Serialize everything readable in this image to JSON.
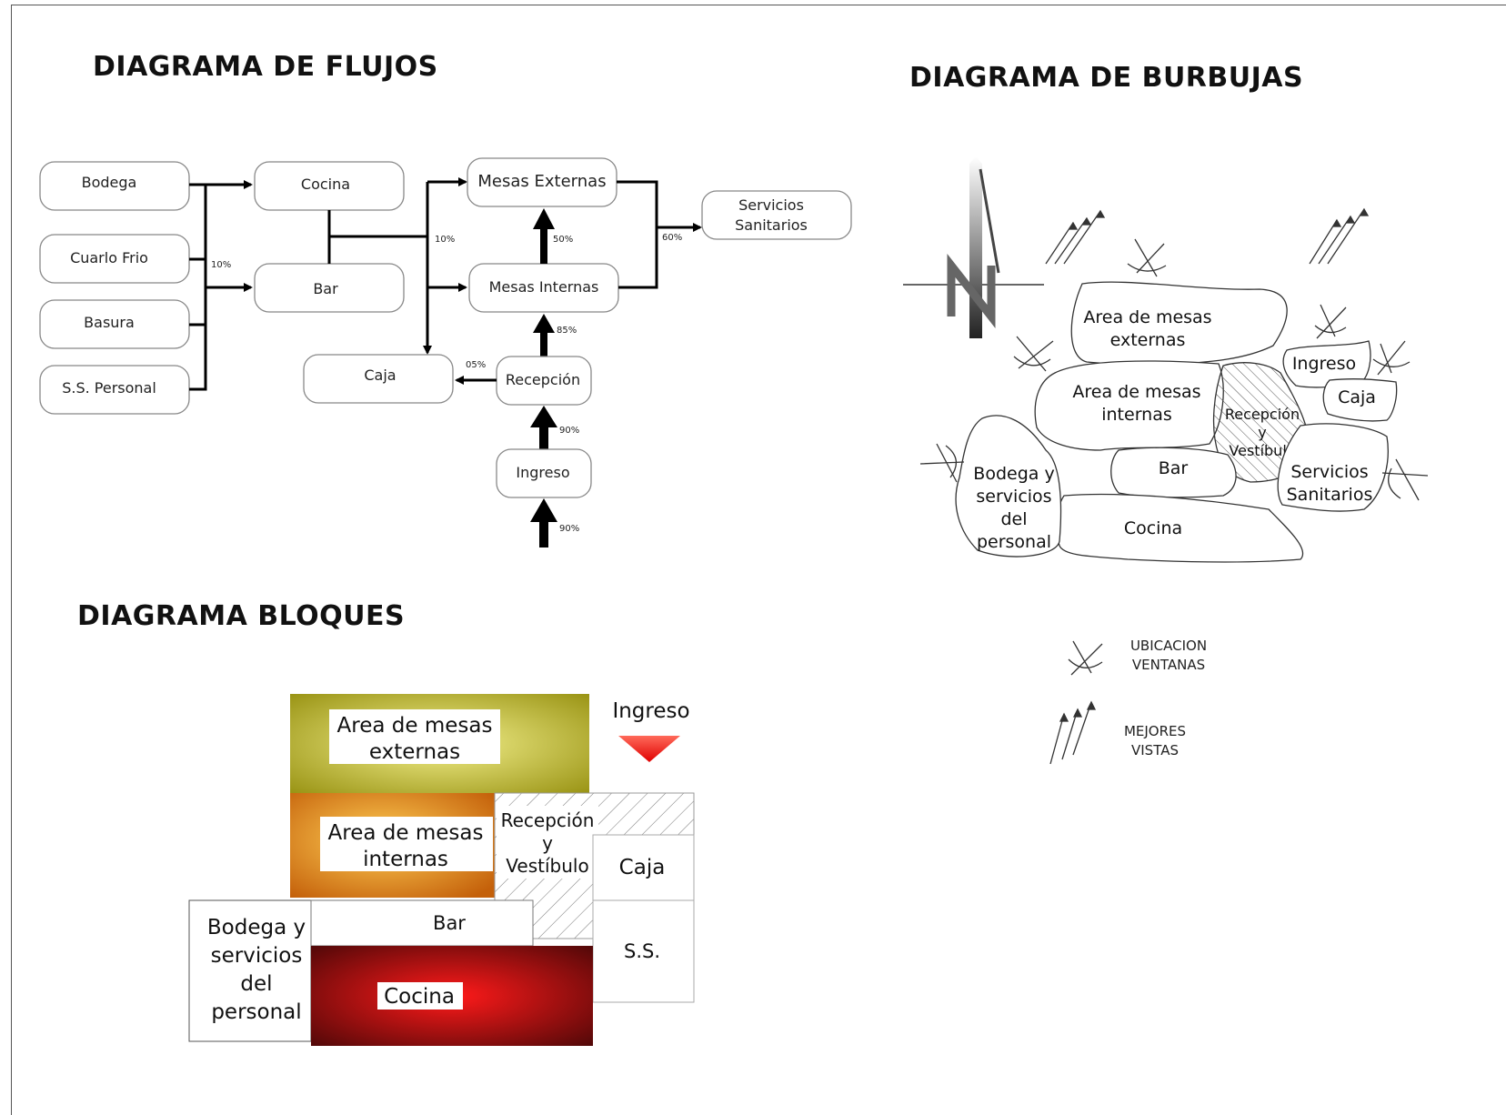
{
  "titles": {
    "flow": "DIAGRAMA DE FLUJOS",
    "bubble": "DIAGRAMA DE BURBUJAS",
    "block": "DIAGRAMA BLOQUES"
  },
  "flow": {
    "nodes": {
      "bodega": "Bodega",
      "cuarto_frio": "Cuarlo Frio",
      "basura": "Basura",
      "ss_personal": "S.S. Personal",
      "cocina": "Cocina",
      "bar": "Bar",
      "caja": "Caja",
      "mesas_externas": "Mesas Externas",
      "mesas_internas": "Mesas Internas",
      "recepcion": "Recepción",
      "ingreso": "Ingreso",
      "servicios_1": "Servicios",
      "servicios_2": "Sanitarios"
    },
    "percentages": {
      "supply": "10%",
      "kitchen_to_tables": "10%",
      "internas_to_externas": "50%",
      "to_sanitarios": "60%",
      "recepcion_to_internas": "85%",
      "recepcion_to_caja": "05%",
      "ingreso_to_recepcion": "90%",
      "entry": "90%"
    }
  },
  "bubble": {
    "north": "N",
    "areas": {
      "mesas_externas_1": "Area de mesas",
      "mesas_externas_2": "externas",
      "mesas_internas_1": "Area de mesas",
      "mesas_internas_2": "internas",
      "recepcion_1": "Recepción",
      "recepcion_2": "y",
      "recepcion_3": "Vestíbulo",
      "ingreso": "Ingreso",
      "caja": "Caja",
      "servicios_1": "Servicios",
      "servicios_2": "Sanitarios",
      "bar": "Bar",
      "cocina": "Cocina",
      "bodega_1": "Bodega y",
      "bodega_2": "servicios",
      "bodega_3": "del",
      "bodega_4": "personal"
    },
    "legend": {
      "windows_1": "UBICACION",
      "windows_2": "VENTANAS",
      "views_1": "MEJORES",
      "views_2": "VISTAS"
    }
  },
  "block": {
    "ingreso": "Ingreso",
    "mesas_externas_1": "Area de mesas",
    "mesas_externas_2": "externas",
    "mesas_internas_1": "Area de mesas",
    "mesas_internas_2": "internas",
    "recepcion_1": "Recepción",
    "recepcion_2": "y",
    "recepcion_3": "Vestíbulo",
    "caja": "Caja",
    "ss": "S.S.",
    "bar": "Bar",
    "cocina": "Cocina",
    "bodega_1": "Bodega y",
    "bodega_2": "servicios",
    "bodega_3": "del",
    "bodega_4": "personal",
    "colors": {
      "externas": "#b5b020",
      "internas": "#e08a10",
      "cocina": "#d01010"
    }
  }
}
